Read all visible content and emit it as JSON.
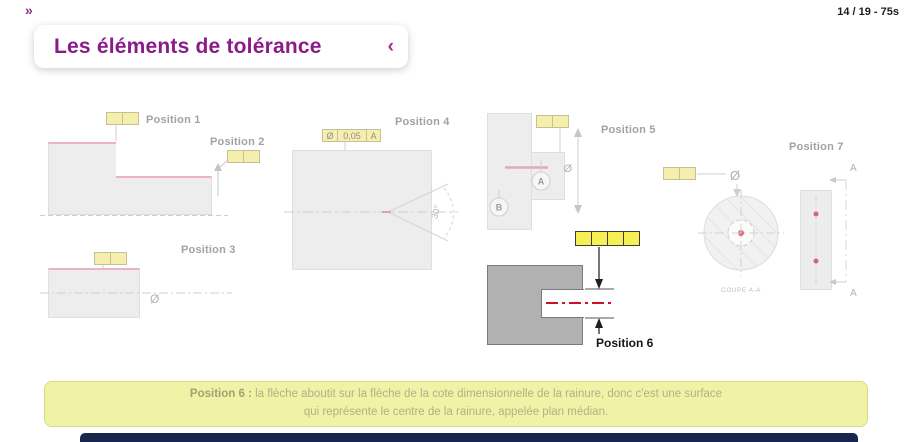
{
  "header": {
    "collapse_icon": "»",
    "title": "Les éléments de tolérance",
    "back_chevron": "‹",
    "counter": "14 / 19 - 75s"
  },
  "positions": {
    "p1": {
      "label": "Position 1"
    },
    "p2": {
      "label": "Position 2"
    },
    "p3": {
      "label": "Position 3",
      "diameter": "Ø"
    },
    "p4": {
      "label": "Position 4",
      "frame_symbol": "Ø",
      "frame_value": "0,05",
      "frame_datum": "A",
      "angle": "30°"
    },
    "p5": {
      "label": "Position 5",
      "datum_a": "A",
      "datum_b": "B",
      "diameter": "Ø"
    },
    "p6": {
      "label": "Position 6"
    },
    "p7": {
      "label": "Position 7",
      "diameter": "Ø",
      "section_label": "COUPE A-A",
      "section_a_top": "A",
      "section_a_bottom": "A"
    }
  },
  "caption": {
    "lead": "Position 6 :",
    "line1": "la flèche aboutit sur la flèche de la cote dimensionnelle de la rainure, donc c'est une surface",
    "line2": "qui représente le centre de la rainure, appelée plan médian."
  }
}
